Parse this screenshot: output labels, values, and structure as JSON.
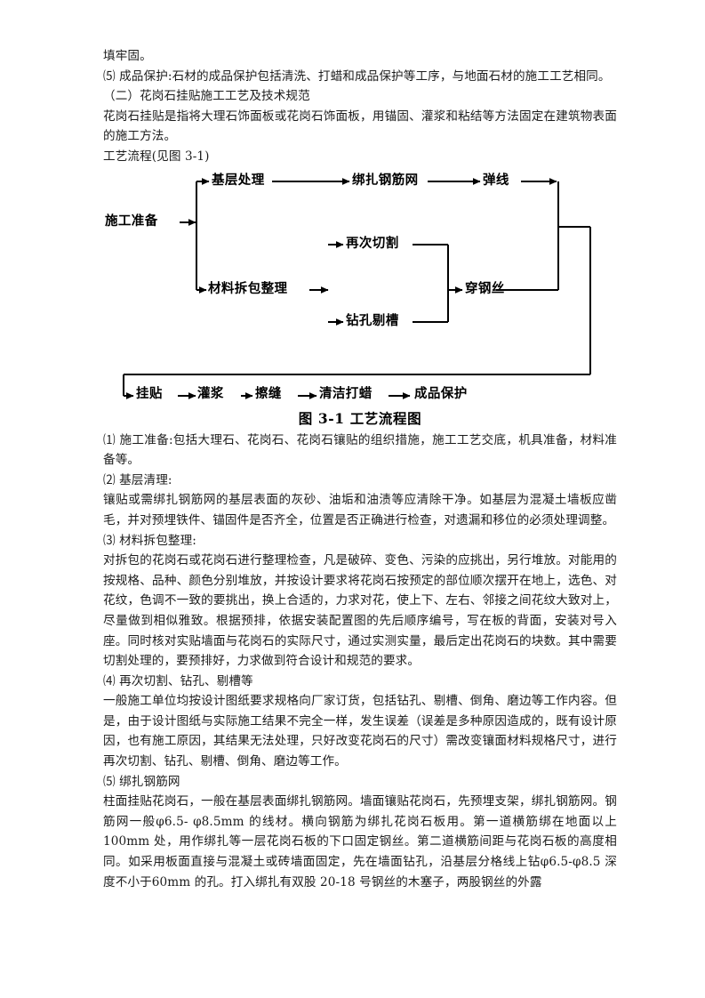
{
  "document": {
    "paragraphs_before_figure": [
      "填牢固。",
      "⑸ 成品保护:石材的成品保护包括清洗、打蜡和成品保护等工序，与地面石材的施工工艺相同。",
      "（二）花岗石挂贴施工工艺及技术规范",
      "花岗石挂贴是指将大理石饰面板或花岗石饰面板，用锚固、灌浆和粘结等方法固定在建筑物表面的施工方法。",
      "工艺流程(见图 3-1)"
    ],
    "figure": {
      "caption": "图 3-1 工艺流程图",
      "nodes": {
        "start": "施工准备",
        "base_treatment": "基层处理",
        "bind_rebar_mesh": "绑扎钢筋网",
        "snap_line": "弹线",
        "material_unpack": "材料拆包整理",
        "recut": "再次切割",
        "drill_groove": "钻孔剔槽",
        "thread_wire": "穿钢丝",
        "hang_paste": "挂贴",
        "grouting": "灌浆",
        "wipe_joint": "擦缝",
        "clean_wax": "清洁打蜡",
        "finish_protect": "成品保护"
      }
    },
    "paragraphs_after_figure": [
      "⑴ 施工准备:包括大理石、花岗石、花岗石镶贴的组织措施，施工工艺交底，机具准备，材料准备等。",
      "⑵ 基层清理:",
      "镶贴或需绑扎钢筋网的基层表面的灰砂、油垢和油渍等应清除干净。如基层为混凝土墙板应凿毛，并对预埋铁件、锚固件是否齐全，位置是否正确进行检查，对遗漏和移位的必须处理调整。",
      "⑶ 材料拆包整理:",
      "对拆包的花岗石或花岗石进行整理检查，凡是破碎、变色、污染的应挑出，另行堆放。对能用的按规格、品种、颜色分别堆放，并按设计要求将花岗石按预定的部位顺次摆开在地上，选色、对花纹，色调不一致的要挑出，换上合适的，力求对花，使上下、左右、邻接之间花纹大致对上，尽量做到相似雅致。根据预排，依据安装配置图的先后顺序编号，写在板的背面，安装对号入座。同时核对实贴墙面与花岗石的实际尺寸，通过实测实量，最后定出花岗石的块数。其中需要切割处理的，要预排好，力求做到符合设计和规范的要求。",
      "⑷ 再次切割、钻孔、剔槽等",
      "一般施工单位均按设计图纸要求规格向厂家订货，包括钻孔、剔槽、倒角、磨边等工作内容。但是，由于设计图纸与实际施工结果不完全一样，发生误差（误差是多种原因造成的，既有设计原因，也有施工原因，其结果无法处理，只好改变花岗石的尺寸）需改变镶面材料规格尺寸，进行再次切割、钻孔、剔槽、倒角、磨边等工作。",
      "⑸ 绑扎钢筋网",
      "柱面挂贴花岗石，一般在基层表面绑扎钢筋网。墙面镶贴花岗石，先预埋支架，绑扎钢筋网。钢筋网一般φ6.5- φ8.5mm 的线材。横向钢筋为绑扎花岗石板用。第一道横筋绑在地面以上 100mm 处，用作绑扎等一层花岗石板的下口固定钢丝。第二道横筋间距与花岗石板的高度相同。如采用板面直接与混凝土或砖墙面固定，先在墙面钻孔，沿基层分格线上钻φ6.5-φ8.5 深度不小于60mm 的孔。打入绑扎有双股 20-18 号钢丝的木塞子，两股钢丝的外露"
    ]
  }
}
